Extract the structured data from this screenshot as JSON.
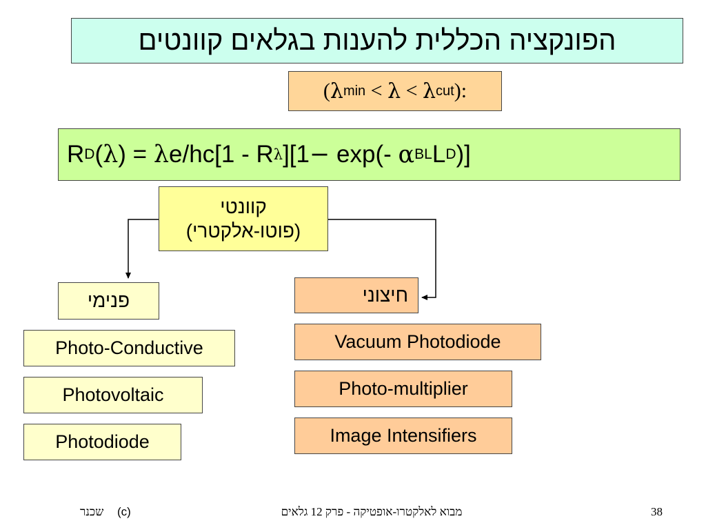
{
  "slide": {
    "title": "הפונקציה הכללית להענות בגלאים קוונטים",
    "condition": {
      "open": "(",
      "lambda": "λ",
      "min_sub": "min",
      "lt1": " < ",
      "lambda_mid": "λ",
      "lt2": " < ",
      "lambda_cut": "λ",
      "cut_sub": "cut",
      "close": "):"
    },
    "formula": {
      "r": "R",
      "d_sub": "D",
      "open_paren": "(",
      "lambda": "λ",
      "eq": ") = ",
      "lambda2": "λ",
      "part1": "e/hc[1 - R",
      "lambda_sub": "λ",
      "part2": "][1",
      "minus": "−",
      "part3": " exp(- ",
      "alpha": "α",
      "bl_sub": "BL",
      "l": "L",
      "d_sub2": "D",
      "close": ")]"
    },
    "quantum_box": {
      "line1": "קוונטי",
      "line2": "(פוטו-אלקטרי)"
    },
    "internal_label": "פנימי",
    "external_label": "חיצוני",
    "internal_items": [
      "Photo-Conductive",
      "Photovoltaic",
      "Photodiode"
    ],
    "external_items": [
      "Vacuum Photodiode",
      "Photo-multiplier",
      "Image Intensifiers"
    ]
  },
  "footer": {
    "author": "שכנר",
    "copyright": "(c)",
    "course": "מבוא לאלקטרו-אופטיקה - פרק  12 גלאים",
    "page_number": "38"
  },
  "colors": {
    "title_bg": "#ccffee",
    "condition_bg": "#ffd699",
    "formula_bg": "#ccff99",
    "quantum_bg": "#ffff99",
    "internal_bg": "#ffffcc",
    "external_bg": "#ffcc99"
  }
}
